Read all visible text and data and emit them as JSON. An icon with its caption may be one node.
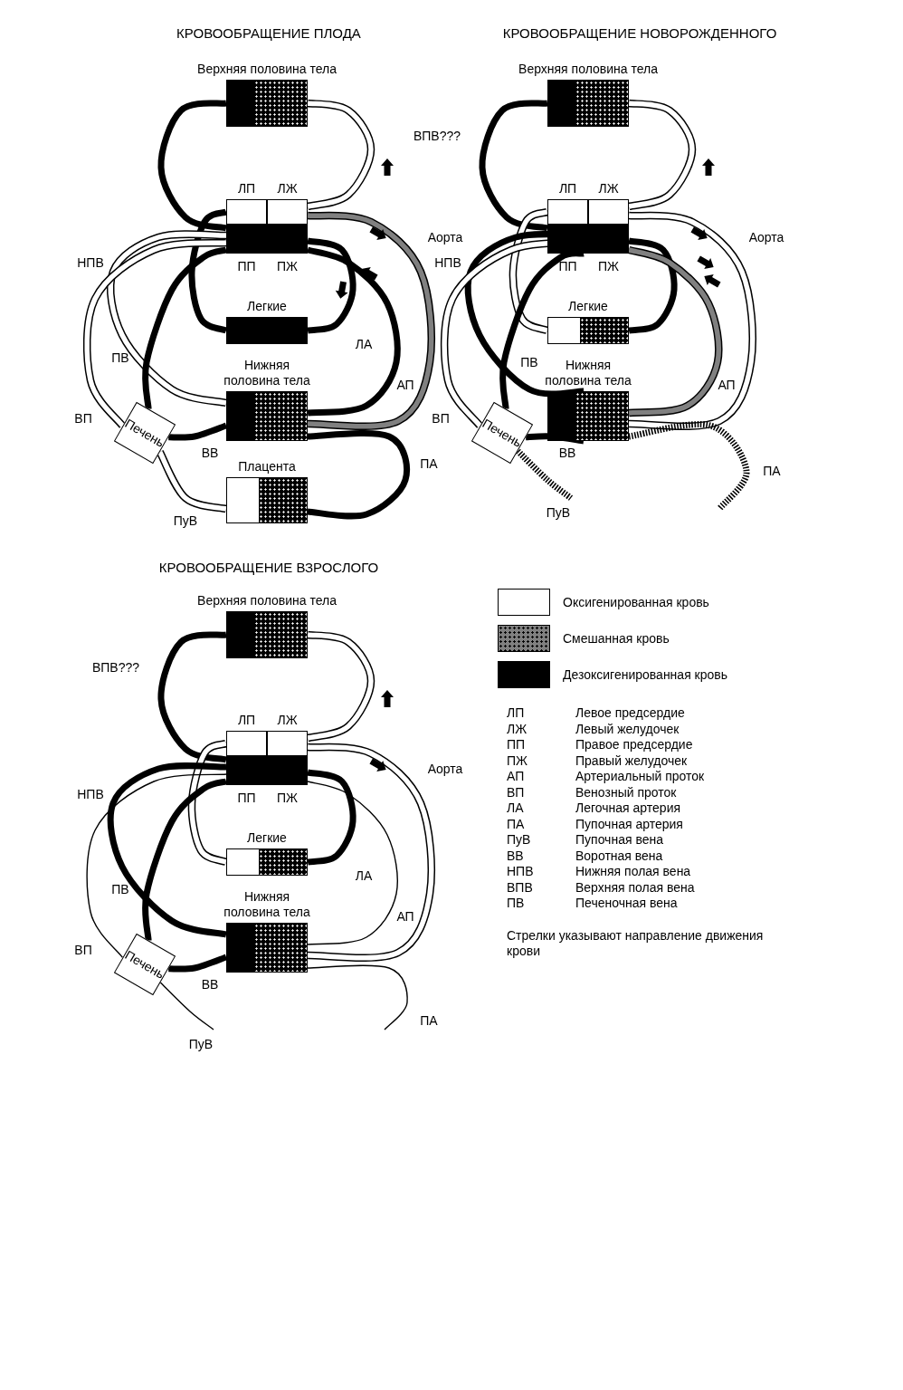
{
  "diagram": {
    "nodes": [
      {
        "text": [
          "Верхняя половина тела"
        ]
      },
      {
        "text": [
          "ЛП"
        ]
      },
      {
        "text": [
          "ЛЖ"
        ]
      },
      {
        "text": [
          "ПП"
        ]
      },
      {
        "text": [
          "ПЖ"
        ]
      },
      {
        "text": [
          "Легкие"
        ]
      },
      {
        "text": [
          "Нижняя половина тела"
        ]
      },
      {
        "text": [
          "Печень"
        ]
      },
      {
        "text": [
          "Плацента"
        ]
      },
      {
        "text": [
          "Верхняя половина тела"
        ]
      },
      {
        "text": [
          "ЛП"
        ]
      },
      {
        "text": [
          "ЛЖ"
        ]
      },
      {
        "text": [
          "ПП"
        ]
      },
      {
        "text": [
          "ПЖ"
        ]
      },
      {
        "text": [
          "Легкие"
        ]
      },
      {
        "text": [
          "Нижняя половина тела"
        ]
      },
      {
        "text": [
          "Печень"
        ]
      },
      {
        "text": [
          "Верхняя половина тела"
        ]
      },
      {
        "text": [
          "ЛП"
        ]
      },
      {
        "text": [
          "ЛЖ"
        ]
      },
      {
        "text": [
          "ПП"
        ]
      },
      {
        "text": [
          "ПЖ"
        ]
      },
      {
        "text": [
          "Легкие"
        ]
      },
      {
        "text": [
          "Нижняя половина тела"
        ]
      },
      {
        "text": [
          "Печень"
        ]
      }
    ],
    "edges": [
      {
        "from": 2,
        "to": 0,
        "arrow": "none",
        "color": "#ffffff"
      },
      {
        "from": 0,
        "to": 3,
        "arrow": "none"
      },
      {
        "from": 4,
        "to": 5,
        "label": "ЛА",
        "arrow": "none"
      },
      {
        "from": 5,
        "to": 1,
        "arrow": "none"
      },
      {
        "from": 2,
        "to": 6,
        "label": "Аорта",
        "arrow": "none",
        "color": "#808080"
      },
      {
        "from": 4,
        "to": 6,
        "label": "АП",
        "arrow": "none"
      },
      {
        "from": 6,
        "to": 8,
        "label": "ПА",
        "arrow": "none"
      },
      {
        "from": 8,
        "to": 7,
        "label": "ПуВ",
        "arrow": "none",
        "color": "#ffffff"
      },
      {
        "from": 6,
        "to": 3,
        "label": "НПВ",
        "arrow": "none",
        "color": "#ffffff"
      },
      {
        "from": 7,
        "to": 3,
        "label": "ВП",
        "arrow": "none",
        "color": "#ffffff"
      },
      {
        "from": 7,
        "to": 3,
        "label": "ПВ",
        "arrow": "none"
      },
      {
        "from": 6,
        "to": 7,
        "label": "ВВ",
        "arrow": "none"
      },
      {
        "from": 11,
        "to": 9,
        "arrow": "none",
        "color": "#ffffff"
      },
      {
        "from": 9,
        "to": 12,
        "label": "ВПВ???",
        "arrow": "none"
      },
      {
        "from": 13,
        "to": 14,
        "arrow": "none"
      },
      {
        "from": 14,
        "to": 10,
        "arrow": "none",
        "color": "#ffffff"
      },
      {
        "from": 11,
        "to": 15,
        "label": "Аорта",
        "arrow": "none",
        "color": "#ffffff"
      },
      {
        "from": 13,
        "to": 15,
        "label": "АП",
        "arrow": "none",
        "color": "#808080"
      },
      {
        "from": 15,
        "to": null,
        "label": "ПА",
        "arrow": "none",
        "style": "dashed"
      },
      {
        "from": null,
        "to": 16,
        "label": "ПуВ",
        "arrow": "none",
        "style": "dashed"
      },
      {
        "from": 15,
        "to": 12,
        "label": "НПВ",
        "arrow": "none"
      },
      {
        "from": 16,
        "to": 12,
        "label": "ВП",
        "arrow": "none",
        "color": "#ffffff"
      },
      {
        "from": 16,
        "to": 12,
        "label": "ПВ",
        "arrow": "none"
      },
      {
        "from": 15,
        "to": 16,
        "label": "ВВ",
        "arrow": "none"
      },
      {
        "from": 19,
        "to": 17,
        "arrow": "none",
        "color": "#ffffff"
      },
      {
        "from": 17,
        "to": 20,
        "label": "ВПВ???",
        "arrow": "none"
      },
      {
        "from": 21,
        "to": 22,
        "label": "ЛА",
        "arrow": "none"
      },
      {
        "from": 22,
        "to": 18,
        "arrow": "none",
        "color": "#ffffff"
      },
      {
        "from": 19,
        "to": 23,
        "label": "Аорта",
        "arrow": "none",
        "color": "#ffffff"
      },
      {
        "from": 21,
        "to": 23,
        "label": "АП",
        "arrow": "none"
      },
      {
        "from": 23,
        "to": null,
        "label": "ПА",
        "arrow": "none"
      },
      {
        "from": null,
        "to": 24,
        "label": "ПуВ",
        "arrow": "none"
      },
      {
        "from": 23,
        "to": 20,
        "label": "НПВ",
        "arrow": "none"
      },
      {
        "from": 24,
        "to": 20,
        "label": "ВП",
        "arrow": "none"
      },
      {
        "from": 24,
        "to": 20,
        "label": "ПВ",
        "arrow": "none"
      },
      {
        "from": 23,
        "to": 24,
        "label": "ВВ",
        "arrow": "none"
      }
    ],
    "labels": [
      "КРОВООБРАЩЕНИЕ ПЛОДА",
      "КРОВООБРАЩЕНИЕ НОВОРОЖДЕННОГО",
      "КРОВООБРАЩЕНИЕ ВЗРОСЛОГО",
      "ЛП",
      "Левое предсердие",
      "ЛЖ",
      "Левый желудочек",
      "ПП",
      "Правое предсердие",
      "ПЖ",
      "Правый желудочек",
      "АП",
      "Артериальный проток",
      "ВП",
      "Венозный проток",
      "ЛА",
      "Легочная артерия",
      "ПА",
      "Пупочная артерия",
      "ПуВ",
      "Пупочная вена",
      "ВВ",
      "Воротная вена",
      "НПВ",
      "Нижняя полая вена",
      "ВПВ",
      "Верхняя полая вена",
      "ПВ",
      "Печеночная вена",
      "Стрелки указывают направление движения крови"
    ],
    "legend": [
      {
        "text": "Оксигенированная кровь",
        "color": "#ffffff"
      },
      {
        "text": "Смешанная кровь",
        "color": "#808080"
      },
      {
        "text": "Дезоксигенированная кровь",
        "color": "#000000"
      }
    ]
  }
}
